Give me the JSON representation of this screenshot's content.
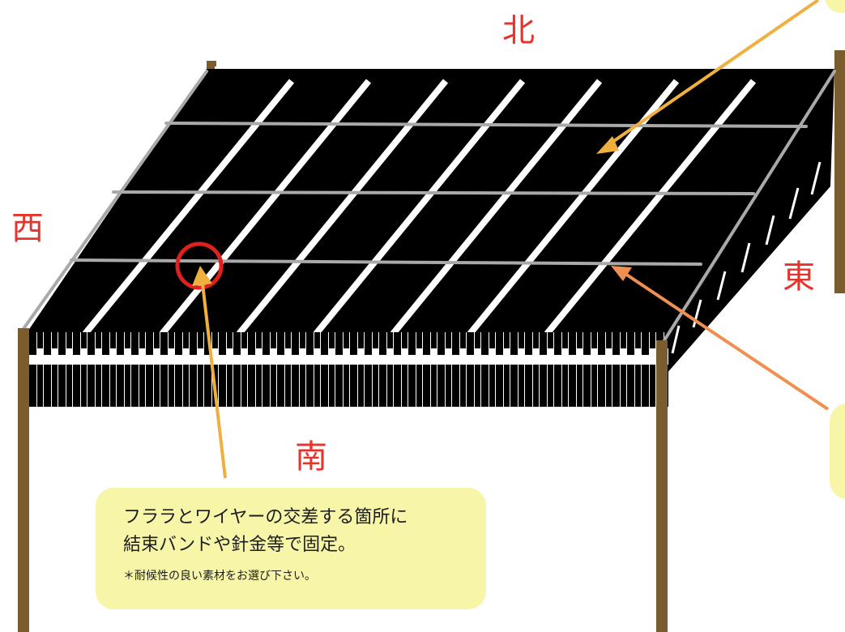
{
  "directions": {
    "north": "北",
    "south": "南",
    "east": "東",
    "west": "西"
  },
  "callouts": {
    "main": {
      "lines": [
        "フララとワイヤーの交差する箇所に",
        "結束バンドや針金等で固定。"
      ],
      "note": "＊耐候性の良い素材をお選び下さい。"
    }
  },
  "colors": {
    "canopy": "#000000",
    "post": "#7a5c2e",
    "wire": "#a9a9a9",
    "direction_text": "#e8322a",
    "callout_bg": "#f6f5a8",
    "highlight_circle": "#e0201e",
    "arrow_yellow": "#f0b040",
    "arrow_orange": "#f09050"
  }
}
